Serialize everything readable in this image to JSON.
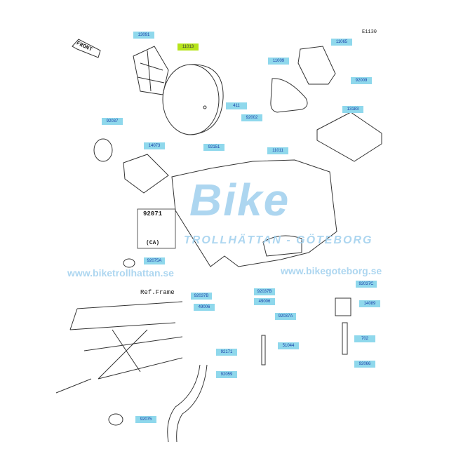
{
  "diagram_code": "E1130",
  "front_label": "FRONT",
  "ref_frame": "Ref.Frame",
  "part_92071": {
    "number": "92071",
    "note": "(CA)"
  },
  "watermark": {
    "logo": "Bike",
    "tagline": "TROLLHÄTTAN - GÖTEBORG",
    "url_left": "www.biketrollhattan.se",
    "url_right": "www.bikegoteborg.se"
  },
  "colors": {
    "label_bg": "#8fd8ec",
    "label_text": "#1a3fa8",
    "highlight": "#b6e41a"
  },
  "parts": [
    "13091",
    "11013",
    "11009",
    "11065",
    "92009",
    "13183",
    "411",
    "92002",
    "92037",
    "14073",
    "92151",
    "11011",
    "92075A",
    "92037B",
    "92037B",
    "49006",
    "49006",
    "92037A",
    "92171",
    "51044",
    "92059",
    "92075",
    "92037C",
    "14089",
    "702",
    "92066"
  ]
}
